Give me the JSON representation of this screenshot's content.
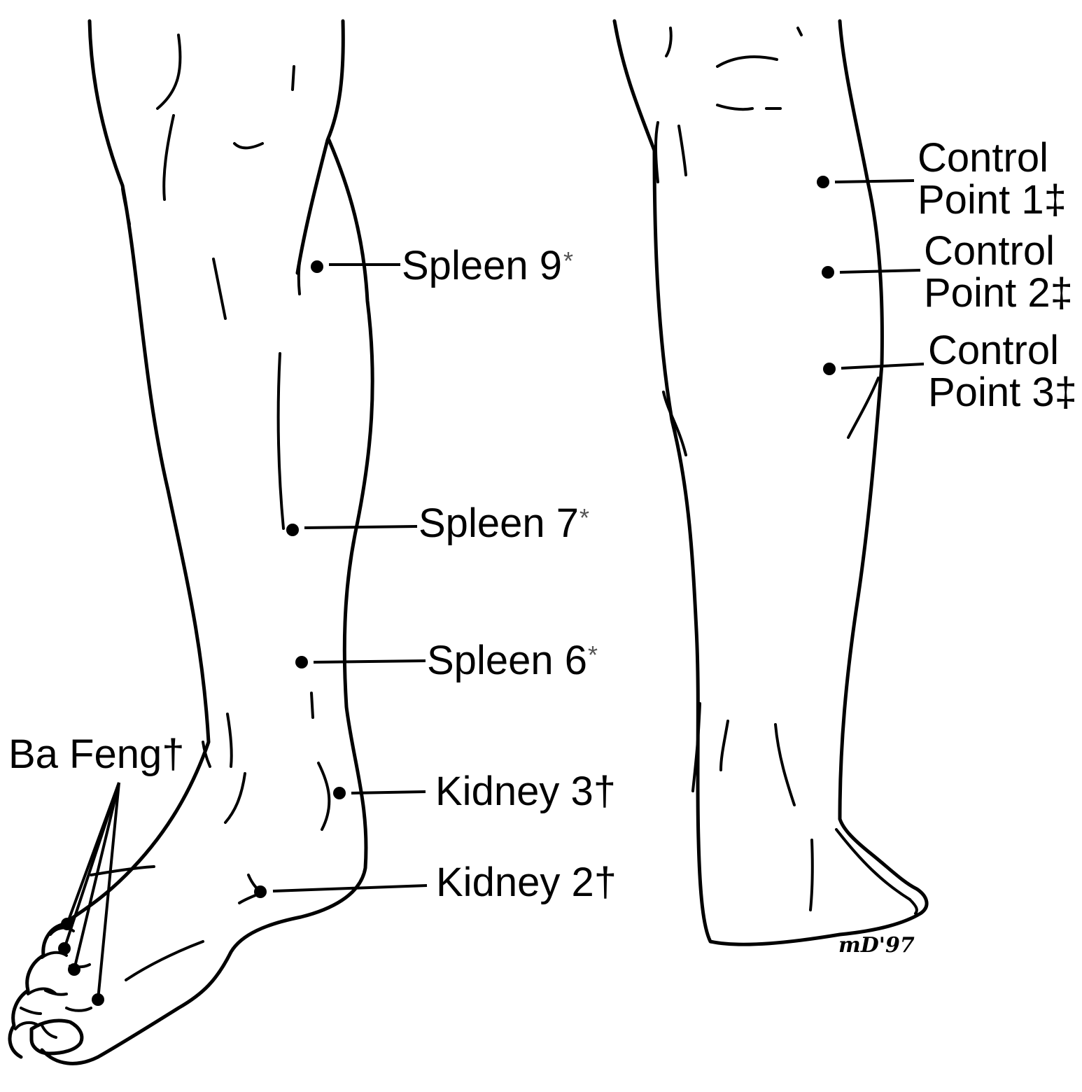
{
  "points": [
    {
      "id": "spleen-9",
      "label": "Spleen 9",
      "mark": "*"
    },
    {
      "id": "spleen-7",
      "label": "Spleen 7",
      "mark": "*"
    },
    {
      "id": "spleen-6",
      "label": "Spleen 6",
      "mark": "*"
    },
    {
      "id": "kidney-3",
      "label": "Kidney 3†",
      "mark": ""
    },
    {
      "id": "kidney-2",
      "label": "Kidney 2†",
      "mark": ""
    },
    {
      "id": "ba-feng",
      "label": "Ba Feng†",
      "mark": ""
    }
  ],
  "control_points": [
    {
      "id": "control-point-1",
      "line1": "Control",
      "line2": "Point 1‡"
    },
    {
      "id": "control-point-2",
      "line1": "Control",
      "line2": "Point 2‡"
    },
    {
      "id": "control-point-3",
      "line1": "Control",
      "line2": "Point 3‡"
    }
  ],
  "signature": "mD'97"
}
